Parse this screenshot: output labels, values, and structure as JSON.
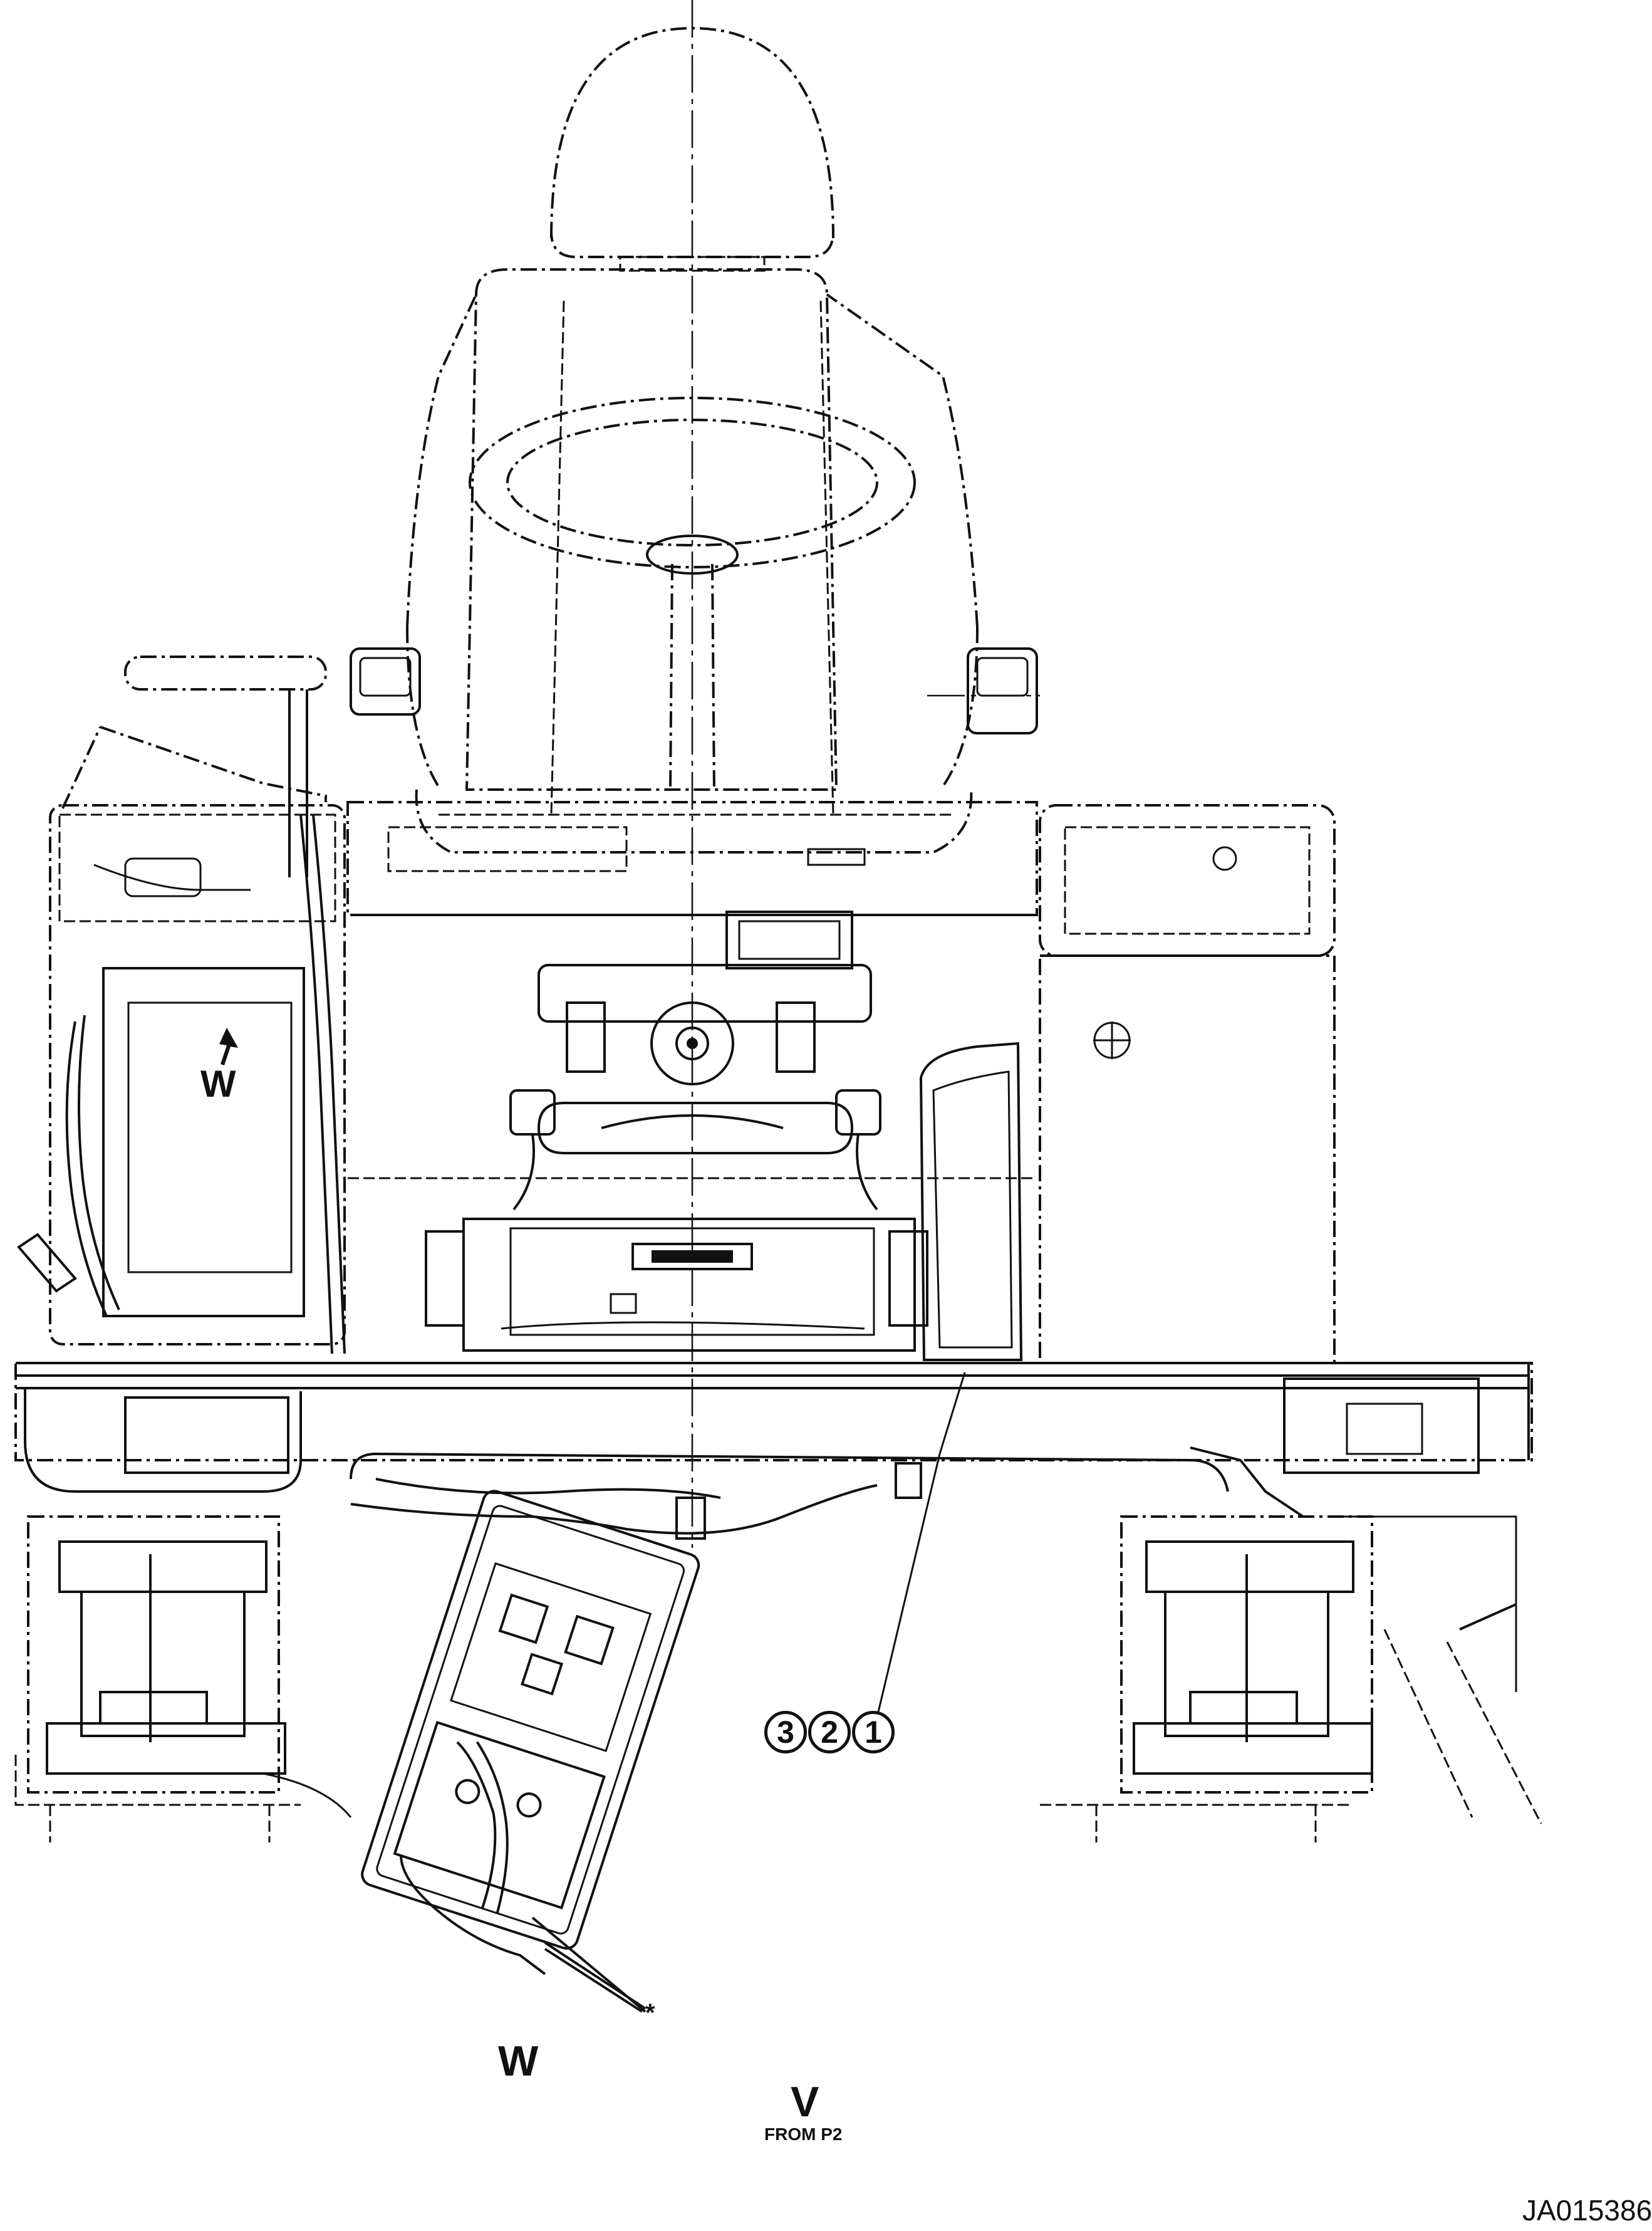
{
  "labels": {
    "w_upper": "W",
    "w_lower": "W",
    "view_letter": "V",
    "view_source": "FROM P2",
    "asterisk": "*",
    "drawing_number": "JA015386"
  },
  "callouts": [
    "3",
    "2",
    "1"
  ]
}
